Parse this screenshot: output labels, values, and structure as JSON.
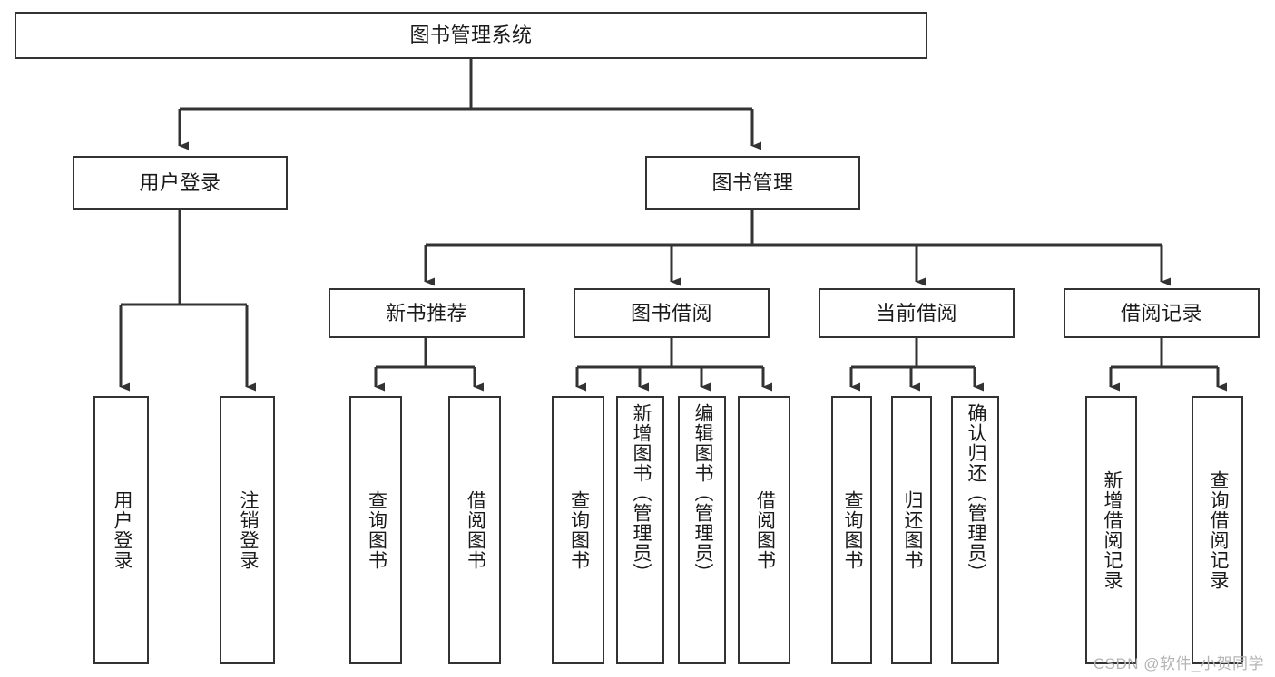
{
  "diagram": {
    "title": "图书管理系统",
    "type": "hierarchy-tree",
    "colors": {
      "background": "#ffffff",
      "border": "#333333",
      "text": "#1a1a1a",
      "connector": "#333333",
      "watermark": "#b4b4b4"
    },
    "root": {
      "label": "图书管理系统"
    },
    "level2": [
      {
        "label": "用户登录"
      },
      {
        "label": "图书管理"
      }
    ],
    "level3": [
      {
        "label": "新书推荐"
      },
      {
        "label": "图书借阅"
      },
      {
        "label": "当前借阅"
      },
      {
        "label": "借阅记录"
      }
    ],
    "leaves": {
      "user_login": [
        {
          "label": "用户登录"
        },
        {
          "label": "注销登录"
        }
      ],
      "new_book_recommend": [
        {
          "label": "查询图书"
        },
        {
          "label": "借阅图书"
        }
      ],
      "book_borrow": [
        {
          "label": "查询图书"
        },
        {
          "label": "新增图书（管理员）"
        },
        {
          "label": "编辑图书（管理员）"
        },
        {
          "label": "借阅图书"
        }
      ],
      "current_borrow": [
        {
          "label": "查询图书"
        },
        {
          "label": "归还图书"
        },
        {
          "label": "确认归还（管理员）"
        }
      ],
      "borrow_record": [
        {
          "label": "新增借阅记录"
        },
        {
          "label": "查询借阅记录"
        }
      ]
    },
    "watermark": "CSDN @软件_小贺同学"
  }
}
